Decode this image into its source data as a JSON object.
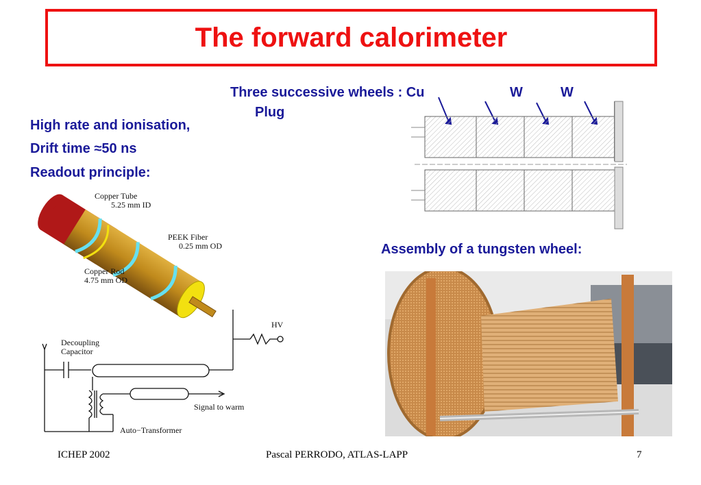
{
  "slide": {
    "title": "The forward calorimeter",
    "wheels_heading": "Three successive wheels : Cu",
    "wheel_label_w1": "W",
    "wheel_label_w2": "W",
    "wheel_label_plug": "Plug",
    "bullets": [
      "High rate and ionisation,",
      "Drift time ≈50 ns",
      "Readout principle:"
    ],
    "assembly_caption": "Assembly of a tungsten wheel:"
  },
  "readout_diagram": {
    "copper_tube": "Copper Tube",
    "copper_tube_dim": "5.25 mm ID",
    "peek_fiber": "PEEK Fiber",
    "peek_fiber_dim": "0.25 mm OD",
    "copper_rod": "Copper Rod",
    "copper_rod_dim": "4.75 mm OD",
    "hv": "HV",
    "decoupling": "Decoupling",
    "capacitor": "Capacitor",
    "signal": "Signal to warm",
    "auto_transformer": "Auto−Transformer"
  },
  "footer": {
    "left": "ICHEP 2002",
    "center": "Pascal PERRODO, ATLAS-LAPP",
    "page": "7"
  }
}
